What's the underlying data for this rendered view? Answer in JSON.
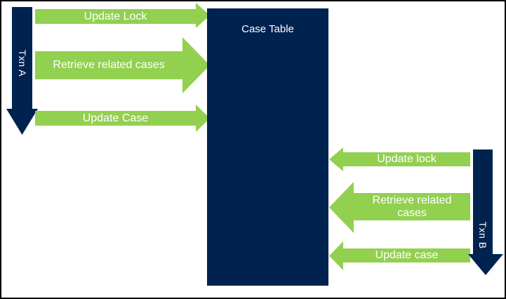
{
  "lanes": {
    "txn_a": {
      "label": "Txn A"
    },
    "txn_b": {
      "label": "Txn B"
    }
  },
  "table": {
    "label": "Case Table"
  },
  "left_arrows": [
    {
      "label": "Update Lock",
      "direction": "right"
    },
    {
      "label": "Retrieve related cases",
      "direction": "right"
    },
    {
      "label": "Update Case",
      "direction": "right"
    }
  ],
  "right_arrows": [
    {
      "label": "Update lock",
      "direction": "left"
    },
    {
      "label": "Retrieve related cases",
      "direction": "left"
    },
    {
      "label": "Update case",
      "direction": "left"
    }
  ],
  "colors": {
    "navy": "#00224f",
    "green": "#92d050",
    "label_text": "#ffffff",
    "border": "#000000",
    "background": "#ffffff"
  }
}
